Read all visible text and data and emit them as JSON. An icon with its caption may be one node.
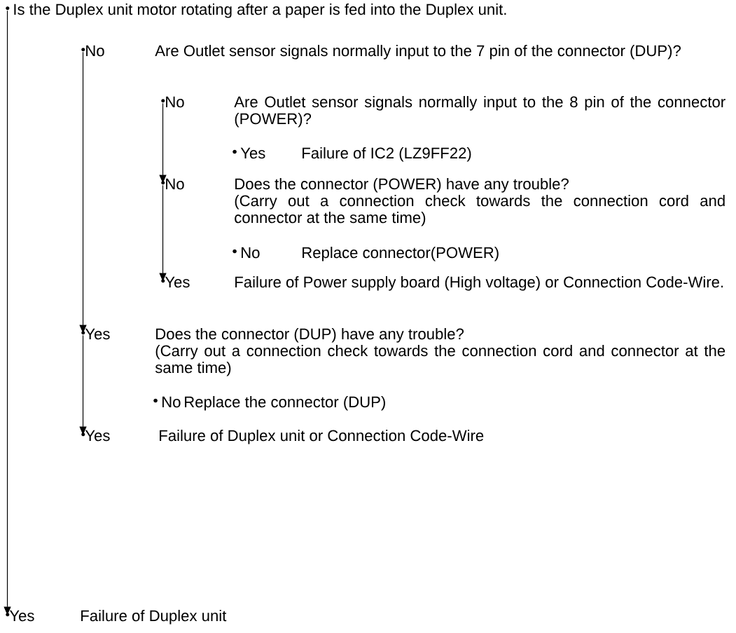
{
  "diagram": {
    "nodes": [
      {
        "text": [
          "Is the Duplex unit motor rotating after a paper is fed into the Duplex unit."
        ]
      },
      {
        "text": [
          "No"
        ]
      },
      {
        "text": [
          "Are Outlet sensor signals normally input to the 7 pin of the connector (DUP)?"
        ]
      },
      {
        "text": [
          "No"
        ]
      },
      {
        "text": [
          "Are Outlet sensor signals normally input to the 8 pin of the connector (POWER)?"
        ]
      },
      {
        "text": [
          "Yes"
        ]
      },
      {
        "text": [
          "Failure of IC2 (LZ9FF22)"
        ]
      },
      {
        "text": [
          "No"
        ]
      },
      {
        "text": [
          "Does the connector (POWER) have any trouble?",
          "(Carry out a connection check towards the connection cord and connector at the same time)"
        ]
      },
      {
        "text": [
          "No"
        ]
      },
      {
        "text": [
          "Replace connector(POWER)"
        ]
      },
      {
        "text": [
          "Yes"
        ]
      },
      {
        "text": [
          "Failure of Power supply board (High voltage) or Connection Code-Wire."
        ]
      },
      {
        "text": [
          "Yes"
        ]
      },
      {
        "text": [
          "Does the connector (DUP) have any trouble?",
          "(Carry out a connection check towards the connection cord and connector at the same time)"
        ]
      },
      {
        "text": [
          "No"
        ]
      },
      {
        "text": [
          "Replace the connector (DUP)"
        ]
      },
      {
        "text": [
          "Yes"
        ]
      },
      {
        "text": [
          "Failure of Duplex unit or Connection Code-Wire"
        ]
      },
      {
        "text": [
          "Yes"
        ]
      },
      {
        "text": [
          "Failure of Duplex unit"
        ]
      }
    ],
    "edges": [
      {
        "from": 0,
        "to": 19,
        "arrow": "to"
      },
      {
        "from": 1,
        "to": 13,
        "arrow": "to"
      },
      {
        "from": 13,
        "to": 17,
        "arrow": "to"
      },
      {
        "from": 3,
        "to": 7,
        "arrow": "to"
      },
      {
        "from": 7,
        "to": 11,
        "arrow": "to"
      }
    ]
  }
}
